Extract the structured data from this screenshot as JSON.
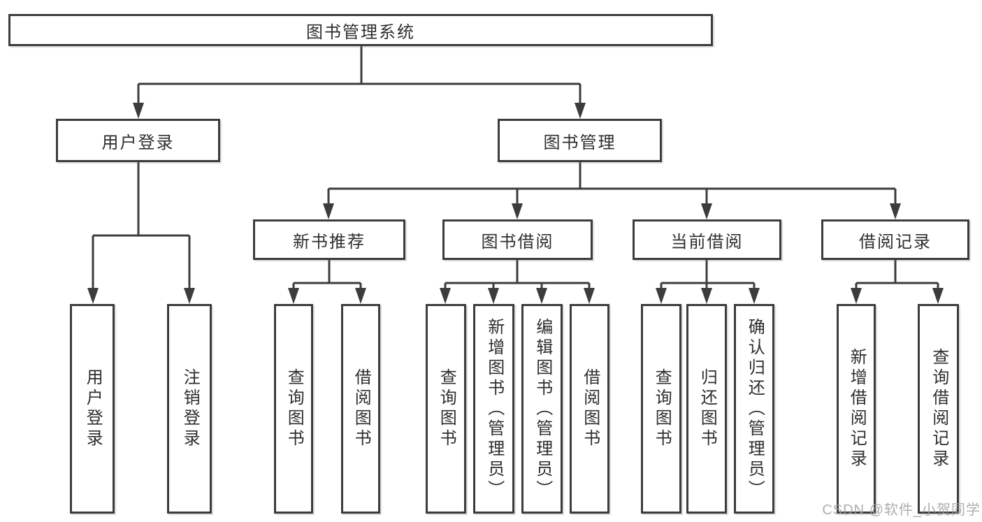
{
  "colors": {
    "line": "#3c3c3c",
    "text": "#2e2e2e",
    "watermark": "#a0a0a0"
  },
  "watermark": "CSDN @软件_小贺同学",
  "tree": {
    "root": "图书管理系统",
    "branches": [
      {
        "label": "用户登录",
        "children": [
          "用户登录",
          "注销登录"
        ]
      },
      {
        "label": "图书管理",
        "sections": [
          {
            "label": "新书推荐",
            "children": [
              "查询图书",
              "借阅图书"
            ]
          },
          {
            "label": "图书借阅",
            "children": [
              "查询图书",
              "新增图书（管理员）",
              "编辑图书（管理员）",
              "借阅图书"
            ]
          },
          {
            "label": "当前借阅",
            "children": [
              "查询图书",
              "归还图书",
              "确认归还（管理员）"
            ]
          },
          {
            "label": "借阅记录",
            "children": [
              "新增借阅记录",
              "查询借阅记录"
            ]
          }
        ]
      }
    ]
  }
}
